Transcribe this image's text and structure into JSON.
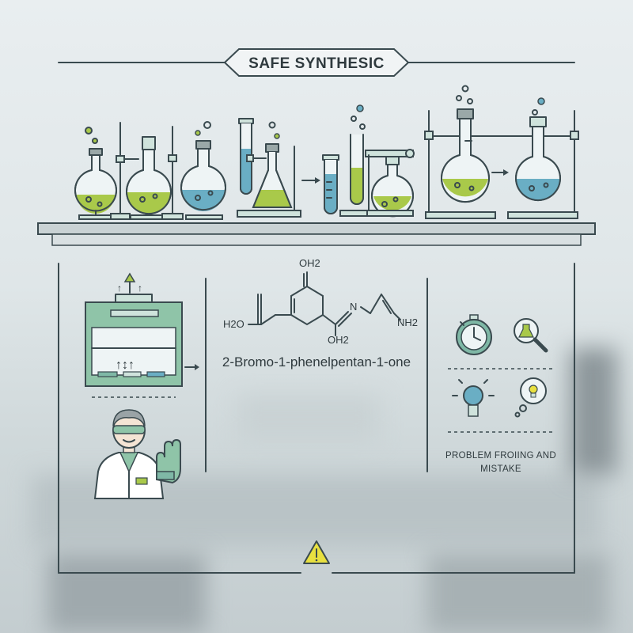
{
  "title": "SAFE SYNTHESIC",
  "molecule": {
    "name": "2-Bromo-1-phenelpentan-1-one",
    "labels": {
      "top": "OH2",
      "left": "H2O",
      "bottom": "OH2",
      "nitrogen": "N",
      "amine": "NH2"
    }
  },
  "right_panel": {
    "caption_line1": "PROBLEM FROIING AND",
    "caption_line2": "MISTAKE",
    "icons": [
      "stopwatch-icon",
      "magnifier-flask-icon",
      "lightbulb-icon",
      "thought-bubble-icon"
    ]
  },
  "left_panel": {
    "icons": [
      "fume-hood-icon",
      "scientist-icon",
      "glove-icon"
    ]
  },
  "colors": {
    "outline": "#3a4a4f",
    "teal": "#5a9a8a",
    "green_liquid": "#a9c94a",
    "blue_liquid": "#6aaec4",
    "hood": "#8fc4a8",
    "warning": "#e8e040"
  }
}
